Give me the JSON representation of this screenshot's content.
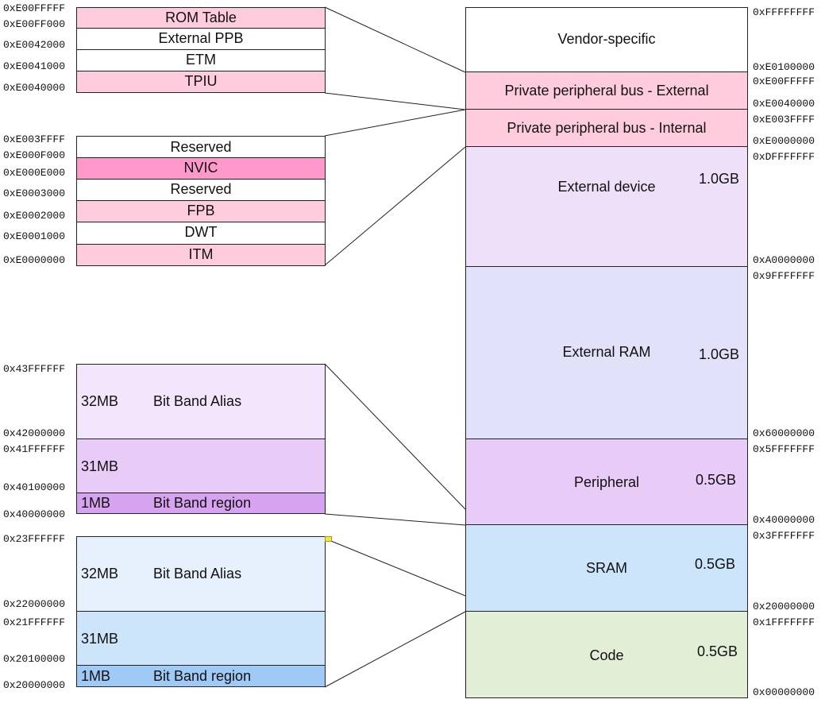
{
  "colors": {
    "vendor": "#ffffff",
    "ppb_external": "#ffccdd",
    "ppb_internal": "#ffccdd",
    "external_device": "#efe0fa",
    "external_ram": "#e2e1fa",
    "peripheral": "#e9cbf7",
    "sram": "#cce5fb",
    "code": "#e2eed6",
    "pink": "#ffccdd",
    "nvic": "#ff99cc",
    "white": "#ffffff",
    "bb_alias_purple": "#f3e6fc",
    "bb_31_purple": "#e9cbf7",
    "bb_region_purple": "#d6a3f0",
    "bb_alias_blue": "#e6f1fd",
    "bb_31_blue": "#cce5fb",
    "bb_region_blue": "#9fcaf5"
  },
  "memory_map": [
    {
      "id": "vendor",
      "label": "Vendor-specific",
      "size": ""
    },
    {
      "id": "ppb_external",
      "label": "Private peripheral bus - External",
      "size": ""
    },
    {
      "id": "ppb_internal",
      "label": "Private peripheral bus - Internal",
      "size": ""
    },
    {
      "id": "external_device",
      "label": "External device",
      "size": "1.0GB"
    },
    {
      "id": "external_ram",
      "label": "External RAM",
      "size": "1.0GB"
    },
    {
      "id": "peripheral",
      "label": "Peripheral",
      "size": "0.5GB"
    },
    {
      "id": "sram",
      "label": "SRAM",
      "size": "0.5GB"
    },
    {
      "id": "code",
      "label": "Code",
      "size": "0.5GB"
    }
  ],
  "map_addresses": [
    "0xFFFFFFFF",
    "0xE0100000",
    "0xE00FFFFF",
    "0xE0040000",
    "0xE003FFFF",
    "0xE0000000",
    "0xDFFFFFFF",
    "0xA0000000",
    "0x9FFFFFFF",
    "0x60000000",
    "0x5FFFFFFF",
    "0x40000000",
    "0x3FFFFFFF",
    "0x20000000",
    "0x1FFFFFFF",
    "0x00000000"
  ],
  "ppb_external_detail": {
    "rows": [
      "ROM Table",
      "External PPB",
      "ETM",
      "TPIU"
    ],
    "addresses": [
      "0xE00FFFFF",
      "0xE00FF000",
      "0xE0042000",
      "0xE0041000",
      "0xE0040000"
    ]
  },
  "ppb_internal_detail": {
    "rows": [
      "Reserved",
      "NVIC",
      "Reserved",
      "FPB",
      "DWT",
      "ITM"
    ],
    "addresses": [
      "0xE003FFFF",
      "0xE000F000",
      "0xE000E000",
      "0xE0003000",
      "0xE0002000",
      "0xE0001000",
      "0xE0000000"
    ]
  },
  "peripheral_bitband": {
    "alias": {
      "size": "32MB",
      "label": "Bit Band Alias"
    },
    "middle": {
      "size": "31MB"
    },
    "region": {
      "size": "1MB",
      "label": "Bit Band region"
    },
    "addresses": [
      "0x43FFFFFF",
      "0x42000000",
      "0x41FFFFFF",
      "0x40100000",
      "0x40000000"
    ]
  },
  "sram_bitband": {
    "alias": {
      "size": "32MB",
      "label": "Bit Band Alias"
    },
    "middle": {
      "size": "31MB"
    },
    "region": {
      "size": "1MB",
      "label": "Bit Band region"
    },
    "addresses": [
      "0x23FFFFFF",
      "0x22000000",
      "0x21FFFFFF",
      "0x20100000",
      "0x20000000"
    ]
  }
}
